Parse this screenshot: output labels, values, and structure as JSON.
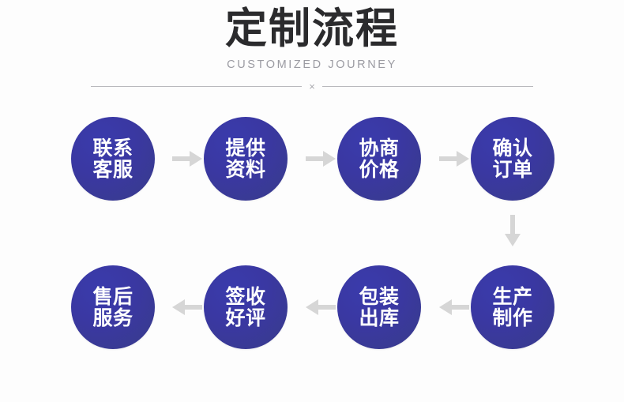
{
  "header": {
    "title": "定制流程",
    "subtitle": "CUSTOMIZED JOURNEY",
    "divider_mark": "×"
  },
  "colors": {
    "background": "#fdfdfd",
    "title_text": "#2b2b2d",
    "subtitle_text": "#9b9ba2",
    "divider_line": "#b9b9bd",
    "node_fill": "#3a38a2",
    "node_fill_edge": "#3b3d8c",
    "node_text": "#ffffff",
    "arrow": "#d6d6d6"
  },
  "flow": {
    "nodes": [
      {
        "id": "contact-service",
        "line1": "联系",
        "line2": "客服",
        "row": 1,
        "order": 1
      },
      {
        "id": "provide-material",
        "line1": "提供",
        "line2": "资料",
        "row": 1,
        "order": 2
      },
      {
        "id": "negotiate-price",
        "line1": "协商",
        "line2": "价格",
        "row": 1,
        "order": 3
      },
      {
        "id": "confirm-order",
        "line1": "确认",
        "line2": "订单",
        "row": 1,
        "order": 4
      },
      {
        "id": "production",
        "line1": "生产",
        "line2": "制作",
        "row": 2,
        "order": 5
      },
      {
        "id": "packaging",
        "line1": "包装",
        "line2": "出库",
        "row": 2,
        "order": 6
      },
      {
        "id": "receipt-review",
        "line1": "签收",
        "line2": "好评",
        "row": 2,
        "order": 7
      },
      {
        "id": "after-sales",
        "line1": "售后",
        "line2": "服务",
        "row": 2,
        "order": 8
      }
    ],
    "arrows": [
      {
        "id": "arrow-1",
        "direction": "right"
      },
      {
        "id": "arrow-2",
        "direction": "right"
      },
      {
        "id": "arrow-3",
        "direction": "right"
      },
      {
        "id": "arrow-4",
        "direction": "down"
      },
      {
        "id": "arrow-5",
        "direction": "left"
      },
      {
        "id": "arrow-6",
        "direction": "left"
      },
      {
        "id": "arrow-7",
        "direction": "left"
      }
    ]
  }
}
